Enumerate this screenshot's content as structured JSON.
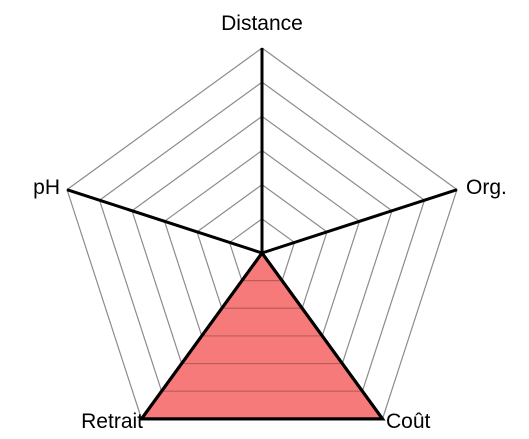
{
  "chart_data": {
    "type": "radar",
    "axes": [
      "Distance",
      "Org.",
      "Coût",
      "Retrait",
      "pH"
    ],
    "rings": 6,
    "range": [
      0,
      1
    ],
    "series": [
      {
        "values": [
          0,
          0,
          1,
          1,
          0
        ],
        "fill": "#f77a7a",
        "stroke": "#000000"
      }
    ],
    "grid_color": "#8c8c8c",
    "axis_color": "#000000",
    "inner_grid_color": "#b85c5c"
  }
}
